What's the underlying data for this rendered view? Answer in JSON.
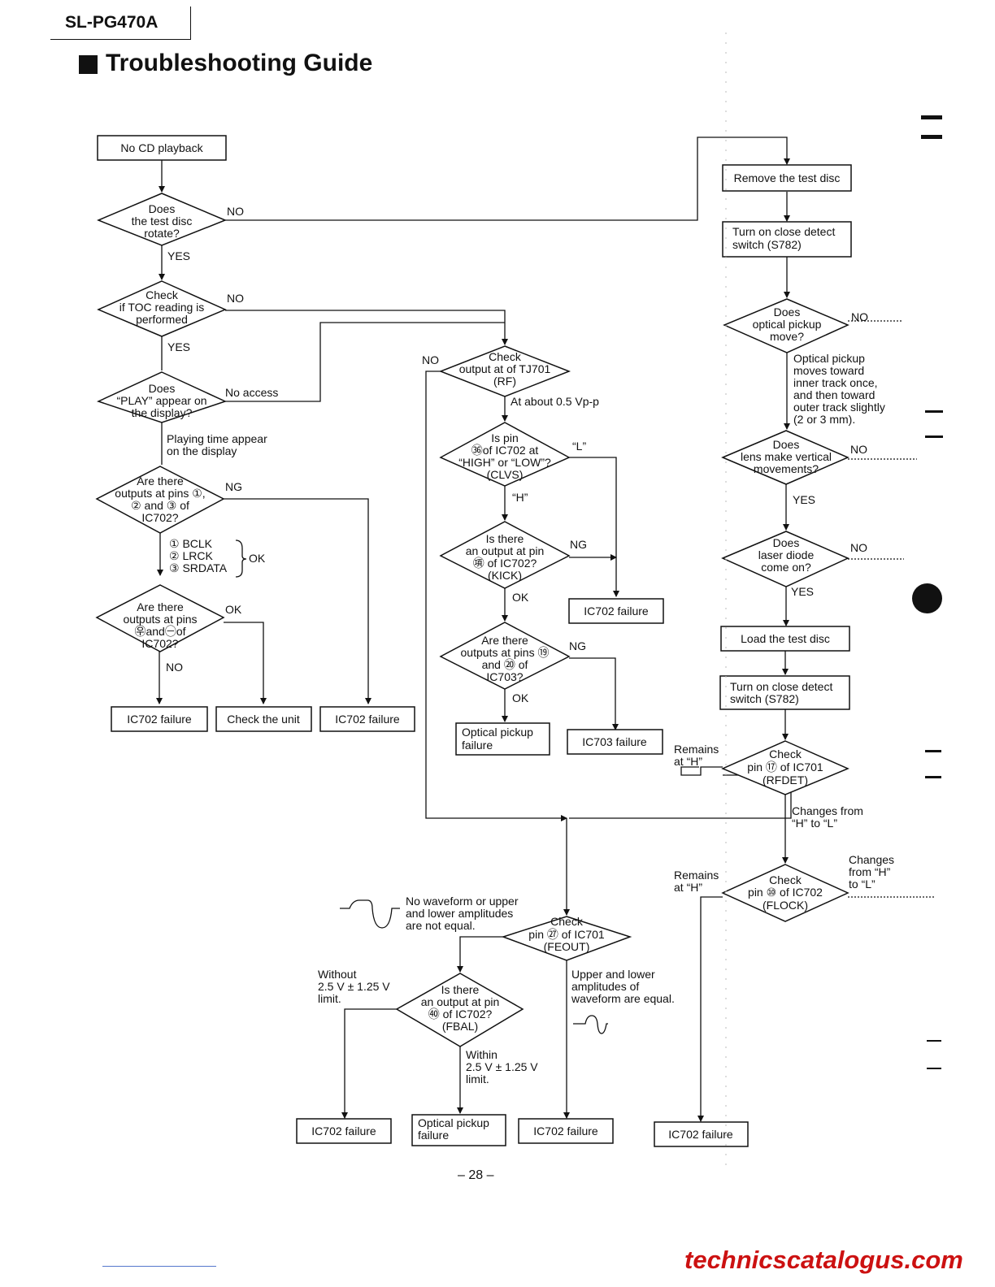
{
  "header": {
    "model": "SL-PG470A",
    "title": "Troubleshooting Guide"
  },
  "flowchart": {
    "boxes": {
      "start": "No CD playback",
      "remove_disc": "Remove the test disc",
      "close_detect_1": [
        "Turn on close detect",
        "switch (S782)"
      ],
      "fail_a": "IC702 failure",
      "check_unit": "Check the unit",
      "fail_b": "IC702 failure",
      "fail_kick": "IC702 failure",
      "pickup_fail_1": [
        "Optical pickup",
        "failure"
      ],
      "fail_ic703": "IC703 failure",
      "load_disc": "Load the test disc",
      "close_detect_2": [
        "Turn on close detect",
        "switch (S782)"
      ],
      "fail_fbal": "IC702 failure",
      "pickup_fail_2": [
        "Optical pickup",
        "failure"
      ],
      "fail_feout": "IC702 failure",
      "fail_flock": "IC702 failure"
    },
    "decisions": {
      "disc_rotate": [
        "Does",
        "the test disc",
        "rotate?"
      ],
      "toc": [
        "Check",
        "if TOC reading is",
        "performed"
      ],
      "play": [
        "Does",
        "“PLAY” appear on",
        "the display?"
      ],
      "outputs_123": [
        "Are there",
        "outputs at pins ①,",
        "② and ③ of",
        "IC702?"
      ],
      "outputs_7375": [
        "Are there",
        "outputs at pins",
        "㉾and㊀of",
        "IC702?"
      ],
      "tj701": [
        "Check",
        "output at of TJ701",
        "(RF)"
      ],
      "clvs": [
        "Is pin",
        "㊱of IC702 at",
        "“HIGH” or “LOW”?",
        "(CLVS)"
      ],
      "kick": [
        "Is there",
        "an output at pin",
        "㊠ of IC702?",
        "(KICK)"
      ],
      "ic703": [
        "Are there",
        "outputs at pins ⑲",
        "and ⑳ of",
        "IC703?"
      ],
      "pickup_move": [
        "Does",
        "optical pickup",
        "move?"
      ],
      "lens": [
        "Does",
        "lens make vertical",
        "movements?"
      ],
      "laser": [
        "Does",
        "laser diode",
        "come on?"
      ],
      "rfdet": [
        "Check",
        "pin ⑰ of IC701",
        "(RFDET)"
      ],
      "flock": [
        "Check",
        "pin ⑩ of IC702",
        "(FLOCK)"
      ],
      "feout": [
        "Check",
        "pin ㉗ of IC701",
        "(FEOUT)"
      ],
      "fbal": [
        "Is there",
        "an output at pin",
        "㊵ of IC702?",
        "(FBAL)"
      ]
    },
    "labels": {
      "no1": "NO",
      "yes1": "YES",
      "no2": "NO",
      "yes2": "YES",
      "no_access": "No access",
      "playing_time": [
        "Playing time appear",
        "on the display"
      ],
      "ng1": "NG",
      "signals": [
        "① BCLK",
        "② LRCK",
        "③ SRDATA"
      ],
      "ok_signals": "OK",
      "ok_7375": "OK",
      "no_7375": "NO",
      "no_tj": "NO",
      "about": "At about 0.5 Vp-p",
      "l_label": "“L”",
      "h_label": "“H”",
      "ng_kick": "NG",
      "ok_kick": "OK",
      "ng_703": "NG",
      "ok_703": "OK",
      "no_move": "NO",
      "pickup_note": [
        "Optical pickup",
        "moves toward",
        "inner track once,",
        "and then toward",
        "outer track slightly",
        "(2 or 3 mm)."
      ],
      "no_lens": "NO",
      "yes_lens": "YES",
      "no_laser": "NO",
      "yes_laser": "YES",
      "remains_h1": [
        "Remains",
        "at “H”"
      ],
      "changes_1": [
        "Changes from",
        "“H” to “L”"
      ],
      "remains_h2": [
        "Remains",
        "at “H”"
      ],
      "changes_2": [
        "Changes",
        "from “H”",
        "to “L”"
      ],
      "no_waveform": [
        "No waveform or upper",
        "and lower amplitudes",
        "are not equal."
      ],
      "equal": [
        "Upper and lower",
        "amplitudes of",
        "waveform are equal."
      ],
      "without": [
        "Without",
        "2.5 V ± 1.25 V",
        "limit."
      ],
      "within": [
        "Within",
        "2.5 V ± 1.25 V",
        "limit."
      ]
    }
  },
  "footer": {
    "page": "– 28 –",
    "site": "technicscatalogus.com"
  }
}
